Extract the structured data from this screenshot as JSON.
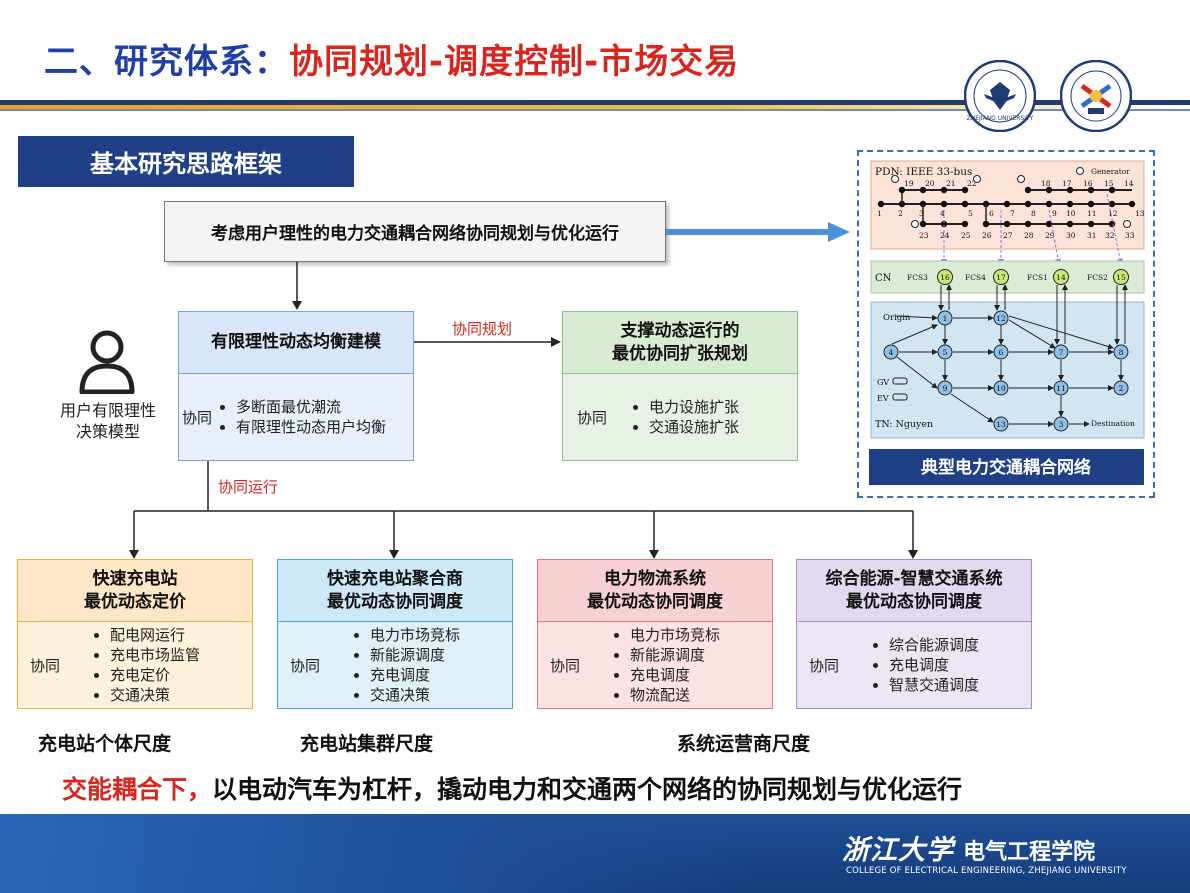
{
  "header": {
    "title_part1": "二、研究体系：",
    "title_part2": "协同规划-调度控制-市场交易",
    "colors": {
      "blue": "#1f3fa8",
      "red": "#d7261e",
      "navy": "#1e3c72"
    }
  },
  "section_label": "基本研究思路框架",
  "top_box": "考虑用户理性的电力交通耦合网络协同规划与优化运行",
  "user_model": {
    "line1": "用户有限理性",
    "line2": "决策模型",
    "icon": "user-icon"
  },
  "modeling_box": {
    "title": "有限理性动态均衡建模",
    "xietong": "协同",
    "items": [
      "多断面最优潮流",
      "有限理性动态用户均衡"
    ]
  },
  "expansion_box": {
    "title_line1": "支撑动态运行的",
    "title_line2": "最优协同扩张规划",
    "xietong": "协同",
    "items": [
      "电力设施扩张",
      "交通设施扩张"
    ]
  },
  "labels": {
    "planning": "协同规划",
    "operation": "协同运行"
  },
  "bottom_boxes": [
    {
      "title1": "快速充电站",
      "title2": "最优动态定价",
      "xietong": "协同",
      "items": [
        "配电网运行",
        "充电市场监管",
        "充电定价",
        "交通决策"
      ]
    },
    {
      "title1": "快速充电站聚合商",
      "title2": "最优动态协同调度",
      "xietong": "协同",
      "items": [
        "电力市场竞标",
        "新能源调度",
        "充电调度",
        "交通决策"
      ]
    },
    {
      "title1": "电力物流系统",
      "title2": "最优动态协同调度",
      "xietong": "协同",
      "items": [
        "电力市场竞标",
        "新能源调度",
        "充电调度",
        "物流配送"
      ]
    },
    {
      "title1": "综合能源-智慧交通系统",
      "title2": "最优动态协同调度",
      "xietong": "协同",
      "items": [
        "综合能源调度",
        "充电调度",
        "智慧交通调度"
      ]
    }
  ],
  "scales": [
    "充电站个体尺度",
    "充电站集群尺度",
    "系统运营商尺度"
  ],
  "conclusion": {
    "red": "交能耦合下，",
    "black": "以电动汽车为杠杆，撬动电力和交通两个网络的协同规划与优化运行"
  },
  "diagram": {
    "caption": "典型电力交通耦合网络",
    "pdn_label": "PDN: IEEE 33-bus",
    "generator_label": "Generator",
    "cn_label": "CN",
    "fcs_labels": [
      "FCS3",
      "FCS4",
      "FCS1",
      "FCS2"
    ],
    "fcs_nodes": [
      "16",
      "17",
      "14",
      "15"
    ],
    "tn_label": "TN: Nguyen",
    "origin_label": "Origin",
    "destination_label": "Destination",
    "gv_label": "GV",
    "ev_label": "EV",
    "bus_top": [
      "19",
      "20",
      "21",
      "22",
      "18",
      "17",
      "16",
      "15",
      "14"
    ],
    "bus_mid": [
      "1",
      "2",
      "3",
      "4",
      "5",
      "6",
      "7",
      "8",
      "9",
      "10",
      "11",
      "12",
      "13"
    ],
    "bus_bot": [
      "23",
      "24",
      "25",
      "26",
      "27",
      "28",
      "29",
      "30",
      "31",
      "32",
      "33"
    ],
    "tn_nodes": [
      "1",
      "12",
      "4",
      "5",
      "6",
      "7",
      "8",
      "9",
      "10",
      "11",
      "2",
      "13",
      "3"
    ]
  },
  "footer": {
    "school_script": "浙江大学",
    "school_name": "电气工程学院",
    "school_en": "COLLEGE OF ELECTRICAL ENGINEERING, ZHEJIANG UNIVERSITY"
  }
}
